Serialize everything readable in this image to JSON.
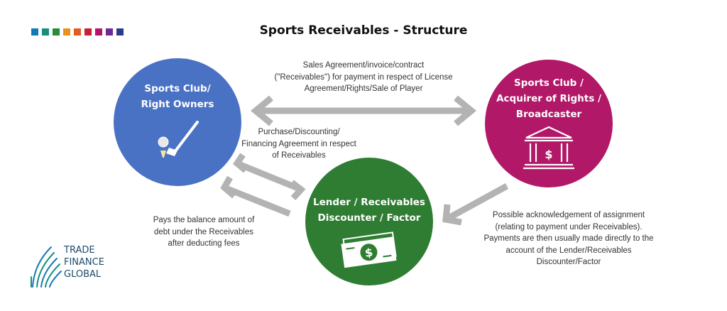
{
  "title": "Sports Receivables - Structure",
  "colors": {
    "swatches": [
      "#1479b8",
      "#14907a",
      "#2a8a3a",
      "#e8921c",
      "#e35a24",
      "#c41f3b",
      "#b2146a",
      "#6b2a96",
      "#2d3a8c"
    ],
    "left_circle": "#4a72c4",
    "right_circle": "#b21868",
    "bottom_circle": "#2e7d32",
    "arrow": "#b3b3b3"
  },
  "nodes": {
    "left": {
      "line1": "Sports Club/",
      "line2": "Right Owners",
      "icon": "golf-club-icon"
    },
    "right": {
      "line1": "Sports Club /",
      "line2": "Acquirer of Rights /",
      "line3": "Broadcaster",
      "icon": "bank-building-icon"
    },
    "bottom": {
      "line1": "Lender / Receivables",
      "line2": "Discounter / Factor",
      "icon": "dollar-bill-icon"
    }
  },
  "edges": {
    "top": {
      "line1": "Sales Agreement/invoice/contract",
      "line2": "(\"Receivables\") for payment in respect of License",
      "line3": "Agreement/Rights/Sale of Player"
    },
    "middle": {
      "line1": "Purchase/Discounting/",
      "line2": "Financing Agreement in respect",
      "line3": "of Receivables"
    },
    "left": {
      "line1": "Pays the balance amount of",
      "line2": "debt under the Receivables",
      "line3": "after deducting fees"
    },
    "right": {
      "line1": "Possible acknowledgement of assignment",
      "line2": "(relating to payment under Receivables).",
      "line3": "Payments are then usually made directly to the",
      "line4": "account of the Lender/Receivables",
      "line5": "Discounter/Factor"
    }
  },
  "logo": {
    "line1": "TRADE",
    "line2": "FINANCE",
    "line3": "GLOBAL",
    "icon": "trade-finance-global-logo-icon"
  }
}
